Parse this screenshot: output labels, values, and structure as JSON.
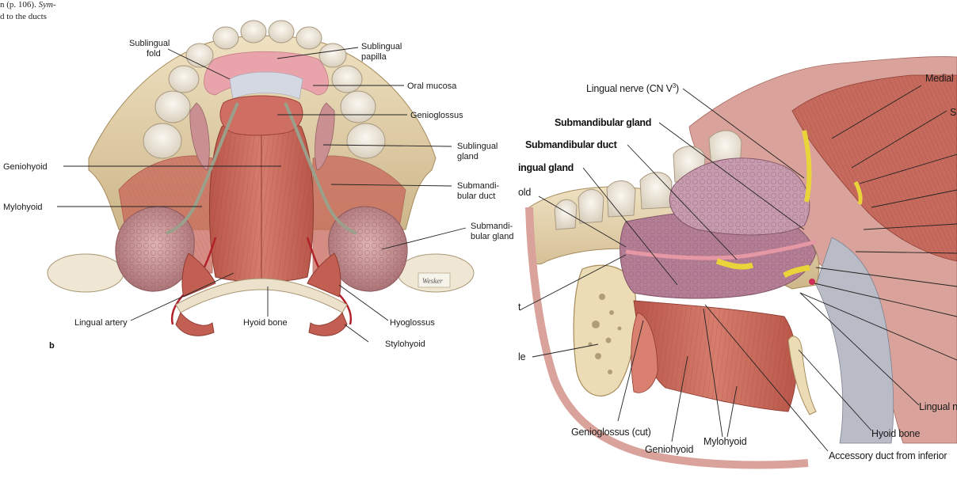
{
  "header_text": {
    "line1_prefix": "n (p. 106). ",
    "line1_italic": "Sym-",
    "line2": "d to the ducts"
  },
  "left_figure": {
    "panel_letter": "b",
    "signature": "Wesker",
    "labels": {
      "sublingual_fold_1": "Sublingual",
      "sublingual_fold_2": "fold",
      "sublingual_papilla_1": "Sublingual",
      "sublingual_papilla_2": "papilla",
      "oral_mucosa": "Oral mucosa",
      "genioglossus": "Genioglossus",
      "sublingual_gland_1": "Sublingual",
      "sublingual_gland_2": "gland",
      "geniohyoid": "Geniohyoid",
      "mylohyoid": "Mylohyoid",
      "submandibular_duct_1": "Submandi-",
      "submandibular_duct_2": "bular duct",
      "submandibular_gland_1": "Submandi-",
      "submandibular_gland_2": "bular gland",
      "lingual_artery": "Lingual artery",
      "hyoid_bone": "Hyoid bone",
      "hyoglossus": "Hyoglossus",
      "stylohyoid": "Stylohyoid"
    }
  },
  "right_figure": {
    "labels": {
      "lingual_nerve": "Lingual nerve (CN V",
      "lingual_nerve_sup": "3",
      "lingual_nerve_close": ")",
      "submandibular_gland": "Submandibular gland",
      "submandibular_duct": "Submandibular duct",
      "sublingual_gland_cut": "ingual gland",
      "fold_cut": "old",
      "medial_cut": "Medial",
      "s_cut": "S",
      "t_cut": "t",
      "le_cut": "le",
      "genioglossus_cut": "Genioglossus (cut)",
      "geniohyoid": "Geniohyoid",
      "mylohyoid": "Mylohyoid",
      "hyoid_bone": "Hyoid bone",
      "lingual_cut": "Lingual n",
      "accessory_duct": "Accessory duct from inferior"
    }
  },
  "colors": {
    "muscle": "#c96a5c",
    "muscle_dark": "#9e4238",
    "gland": "#c78f93",
    "bone": "#e6d3ae",
    "teeth": "#f1ebdf",
    "nerve": "#e6d23c",
    "duct": "#a8ad96",
    "mucosa": "#e39aa4"
  }
}
